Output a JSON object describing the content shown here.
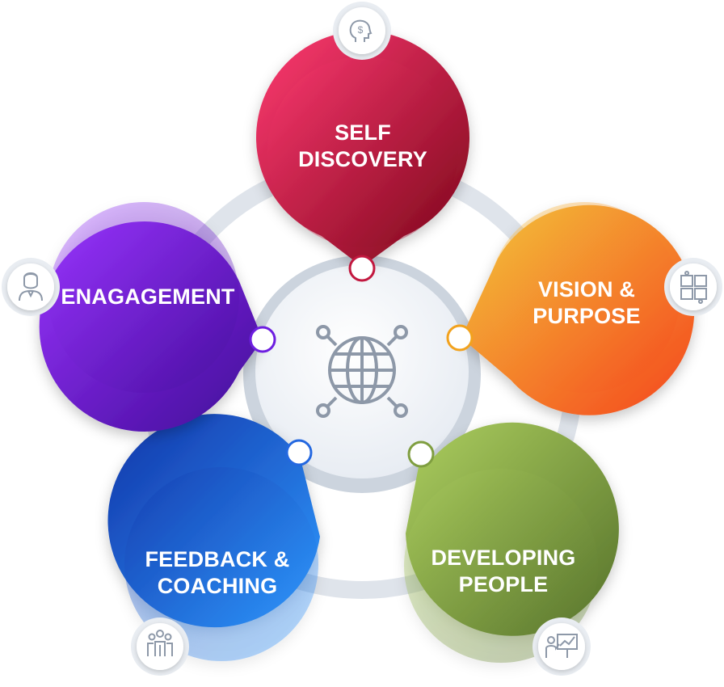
{
  "petals": [
    {
      "id": "self",
      "lines": [
        "SELF",
        "DISCOVERY"
      ],
      "icon": "head-dollar-icon",
      "color_light": "#ff2f6d",
      "color_dark": "#8a0a22"
    },
    {
      "id": "vision",
      "lines": [
        "VISION &",
        "PURPOSE"
      ],
      "icon": "puzzle-hands-icon",
      "color_light": "#f5c13a",
      "color_dark": "#f4541f"
    },
    {
      "id": "developing",
      "lines": [
        "DEVELOPING",
        "PEOPLE"
      ],
      "icon": "presentation-icon",
      "color_light": "#a5c95a",
      "color_dark": "#5c7b2e"
    },
    {
      "id": "feedback",
      "lines": [
        "FEEDBACK &",
        "COACHING"
      ],
      "icon": "team-icon",
      "color_light": "#2f8cff",
      "color_dark": "#1637b8"
    },
    {
      "id": "engagement",
      "lines": [
        "ENAGAGEMENT"
      ],
      "icon": "businessman-icon",
      "color_light": "#8a2bff",
      "color_dark": "#4a0fa8"
    }
  ],
  "center_icon": "globe-network-icon",
  "ring_color": "#dde2ea"
}
